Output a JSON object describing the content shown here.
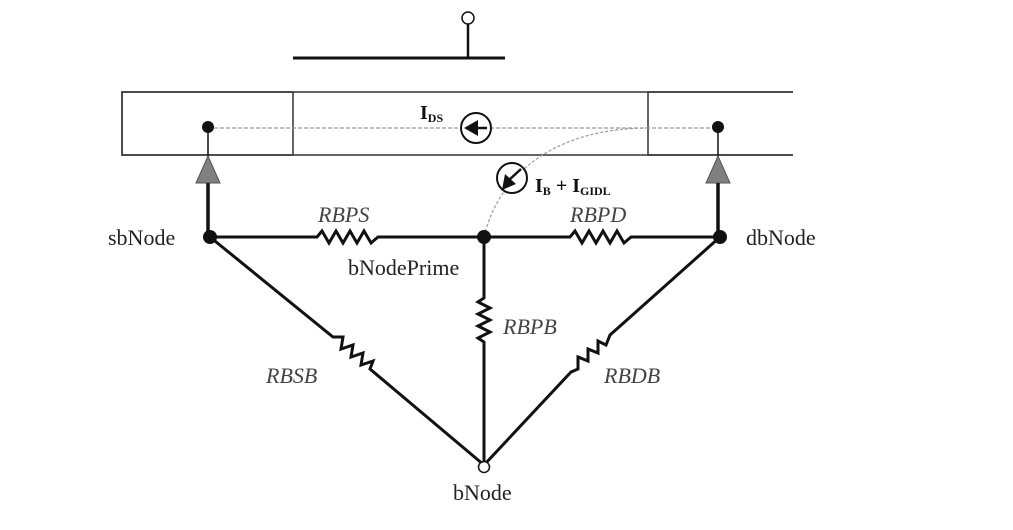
{
  "labels": {
    "sb_node": "sbNode",
    "db_node": "dbNode",
    "b_node_prime": "bNodePrime",
    "b_node": "bNode",
    "rbps": "RBPS",
    "rbpd": "RBPD",
    "rbpb": "RBPB",
    "rbsb": "RBSB",
    "rbdb": "RBDB"
  },
  "currents": {
    "ids_main": "I",
    "ids_sub": "DS",
    "ib_main": "I",
    "ib_sub": "B",
    "plus": " + ",
    "igidl_main": "I",
    "igidl_sub": "GIDL"
  },
  "colors": {
    "line": "#111111",
    "diode": "#808080",
    "dashed": "#999999"
  }
}
